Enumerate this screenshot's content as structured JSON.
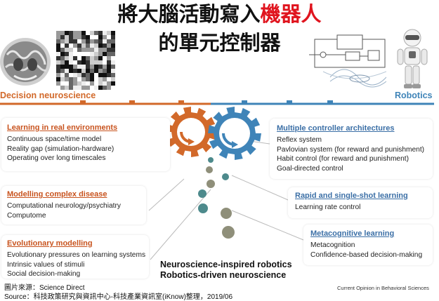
{
  "title": {
    "line1_prefix": "將大腦活動寫入",
    "line1_highlight": "機器人",
    "line2": "的單元控制器"
  },
  "headers": {
    "left": "Decision neuroscience",
    "right": "Robotics"
  },
  "colors": {
    "left_accent": "#d2692a",
    "right_accent": "#3f84b8",
    "title_highlight": "#e0141e",
    "dot_gray": "#8f8f7a",
    "dot_teal": "#4d8a8c"
  },
  "left_boxes": [
    {
      "title": "Learning in real environments",
      "items": [
        "Continuous space/time model",
        "Reality gap (simulation-hardware)",
        "Operating over long timescales"
      ]
    },
    {
      "title": "Modelling complex disease",
      "items": [
        "Computational neurology/psychiatry",
        "Computome"
      ]
    },
    {
      "title": "Evolutionary modelling",
      "items": [
        "Evolutionary pressures on learning systems",
        "Intrinsic values of stimuli",
        "Social decision-making"
      ]
    }
  ],
  "right_boxes": [
    {
      "title": "Multiple controller architectures",
      "items": [
        "Reflex system",
        "Pavlovian system (for reward and punishment)",
        "Habit control (for reward and punishment)",
        "Goal-directed control"
      ]
    },
    {
      "title": "Rapid and single-shot learning",
      "items": [
        "Learning rate control"
      ]
    },
    {
      "title": "Metacognitive learning",
      "items": [
        "Metacognition",
        "Confidence-based decision-making"
      ]
    }
  ],
  "central_text": {
    "line1": "Neuroscience-inspired robotics",
    "line2": "Robotics-driven neuroscience"
  },
  "footer": {
    "image_source": "圖片來源：Science Direct",
    "source": "Source：科技政策研究與資訊中心-科技產業資訊室(iKnow)整理，2019/06",
    "journal": "Current Opinion in Behavioral Sciences"
  },
  "icons": [
    "brain-scan-image",
    "matrix-heatmap-image",
    "control-diagram-image",
    "humanoid-robot-image",
    "orange-gear-icon",
    "blue-gear-icon"
  ]
}
